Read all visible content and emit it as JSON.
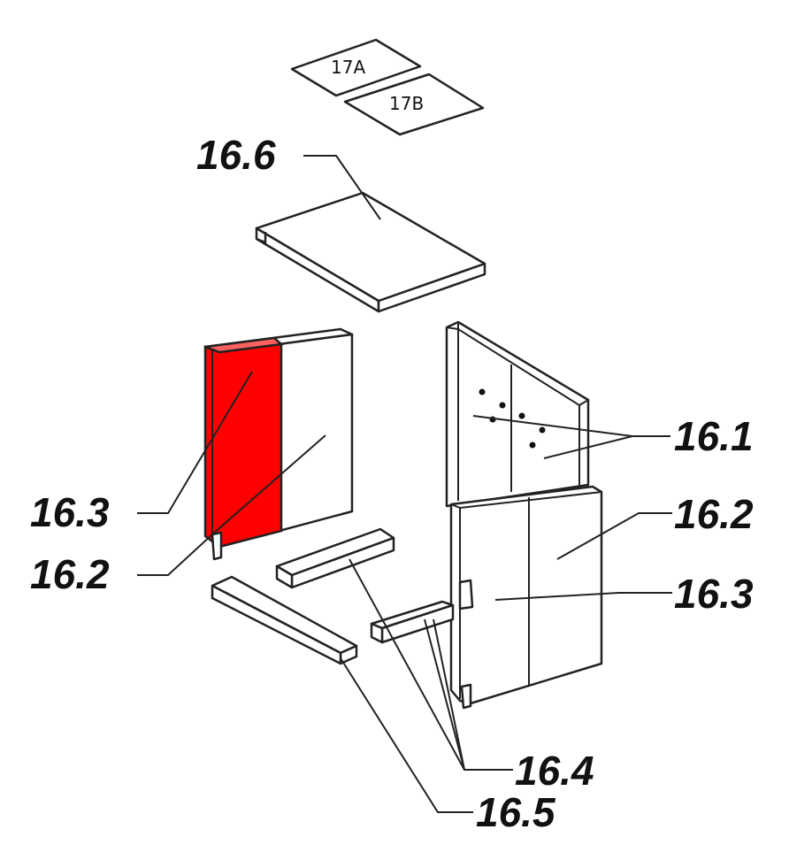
{
  "labels": {
    "p17a": "17A",
    "p17b": "17B",
    "p166": "16.6",
    "p161": "16.1",
    "p162_right": "16.2",
    "p163_right": "16.3",
    "p163_left": "16.3",
    "p162_left": "16.2",
    "p164": "16.4",
    "p165": "16.5"
  },
  "colors": {
    "highlight": "#ff0000"
  }
}
